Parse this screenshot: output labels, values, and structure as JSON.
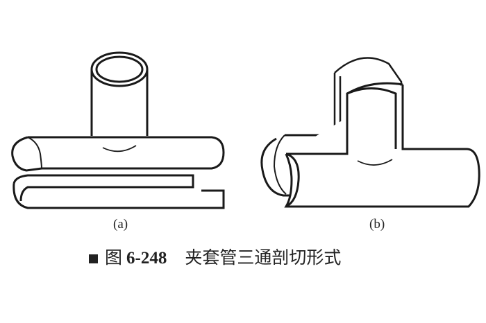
{
  "figure": {
    "label_a": "(a)",
    "label_b": "(b)",
    "caption_prefix": "图",
    "caption_number": "6-248",
    "caption_text": "夹套管三通剖切形式"
  }
}
